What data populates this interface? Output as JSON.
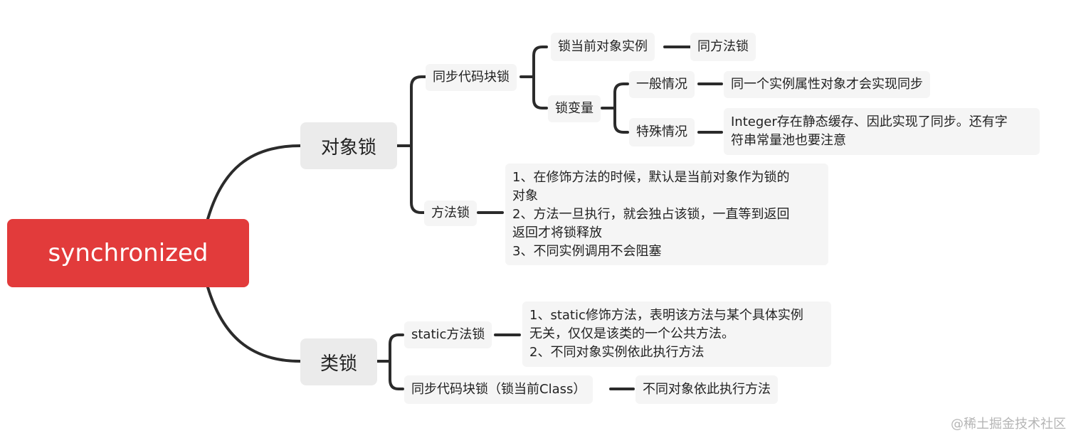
{
  "root": "synchronized",
  "branches": {
    "object_lock": {
      "label": "对象锁",
      "sync_block": {
        "label": "同步代码块锁",
        "lock_current_instance": "锁当前对象实例",
        "same_as_method_lock": "同方法锁",
        "lock_variable": {
          "label": "锁变量",
          "general": "一般情况",
          "general_note": "同一个实例属性对象才会实现同步",
          "special": "特殊情况",
          "special_note_lines": [
            "Integer存在静态缓存、因此实现了同步。还有字",
            "符串常量池也要注意"
          ]
        }
      },
      "method_lock": {
        "label": "方法锁",
        "note_lines": [
          "1、在修饰方法的时候，默认是当前对象作为锁的",
          "对象",
          "2、方法一旦执行，就会独占该锁，一直等到返回",
          "返回才将锁释放",
          "3、不同实例调用不会阻塞"
        ]
      }
    },
    "class_lock": {
      "label": "类锁",
      "static_method_lock": {
        "label": "static方法锁",
        "note_lines": [
          "1、static修饰方法，表明该方法与某个具体实例",
          "无关，仅仅是该类的一个公共方法。",
          "2、不同对象实例依此执行方法"
        ]
      },
      "sync_block_class": {
        "label": "同步代码块锁（锁当前Class）",
        "note": "不同对象依此执行方法"
      }
    }
  },
  "watermark": "@稀土掘金技术社区",
  "colors": {
    "root": "#e23b3b",
    "line": "#2b2b2b",
    "node_bg": "#f5f5f5",
    "main_bg": "#ebebeb"
  }
}
